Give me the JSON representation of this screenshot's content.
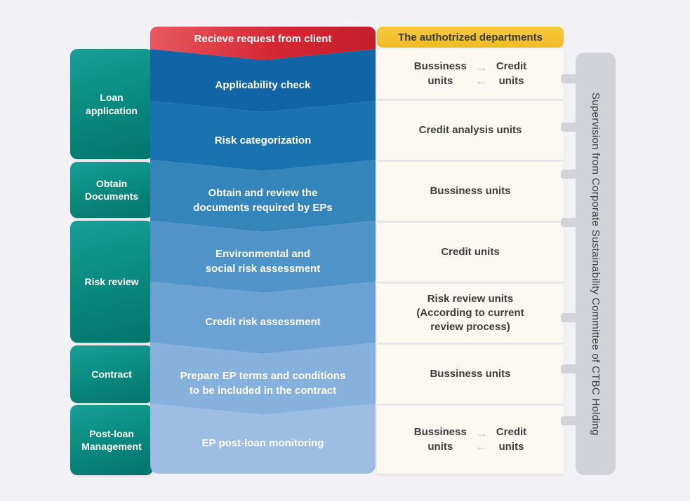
{
  "left_column": {
    "items": [
      {
        "label": "Loan\napplication"
      },
      {
        "label": "Obtain\nDocuments"
      },
      {
        "label": "Risk review"
      },
      {
        "label": "Contract"
      },
      {
        "label": "Post-loan\nManagement"
      }
    ]
  },
  "middle_column": {
    "header": "Recieve request from client",
    "steps": [
      {
        "label": "Applicability check"
      },
      {
        "label": "Risk categorization"
      },
      {
        "label": "Obtain and review the\ndocuments required by EPs"
      },
      {
        "label": "Environmental and\nsocial risk assessment"
      },
      {
        "label": "Credit risk assessment"
      },
      {
        "label": "Prepare EP terms and conditions\nto be included in the contract"
      },
      {
        "label": "EP post-loan monitoring"
      }
    ]
  },
  "right_column": {
    "header": "The authotrized departments",
    "arrow_right": "→",
    "arrow_left": "←",
    "departments": [
      {
        "type": "dual",
        "left": "Bussiness\nunits",
        "right": "Credit\nunits"
      },
      {
        "type": "single",
        "label": "Credit analysis units"
      },
      {
        "type": "single",
        "label": "Bussiness units"
      },
      {
        "type": "single",
        "label": "Credit units"
      },
      {
        "type": "single",
        "label": "Risk review units\n(According to current\nreview process)"
      },
      {
        "type": "single",
        "label": "Bussiness units"
      },
      {
        "type": "dual",
        "left": "Bussiness\nunits",
        "right": "Credit\nunits"
      }
    ]
  },
  "supervision_bar": {
    "label": "Supervision from Corporate Sustainability Committee of CTBC Holding"
  },
  "palette": {
    "background": "#f2f1f6",
    "teal": "#0b8c82",
    "red_header": "#d02330",
    "yellow_header": "#f5c331",
    "card_cream": "#faf8f0",
    "gray_bar": "#d2d3d8",
    "text_dark": "#3d3d3d",
    "step_blues": [
      "#1164a6",
      "#1a73b0",
      "#3585bd",
      "#4f94c8",
      "#6ca2d3",
      "#87b1dd",
      "#9dbde4"
    ]
  }
}
